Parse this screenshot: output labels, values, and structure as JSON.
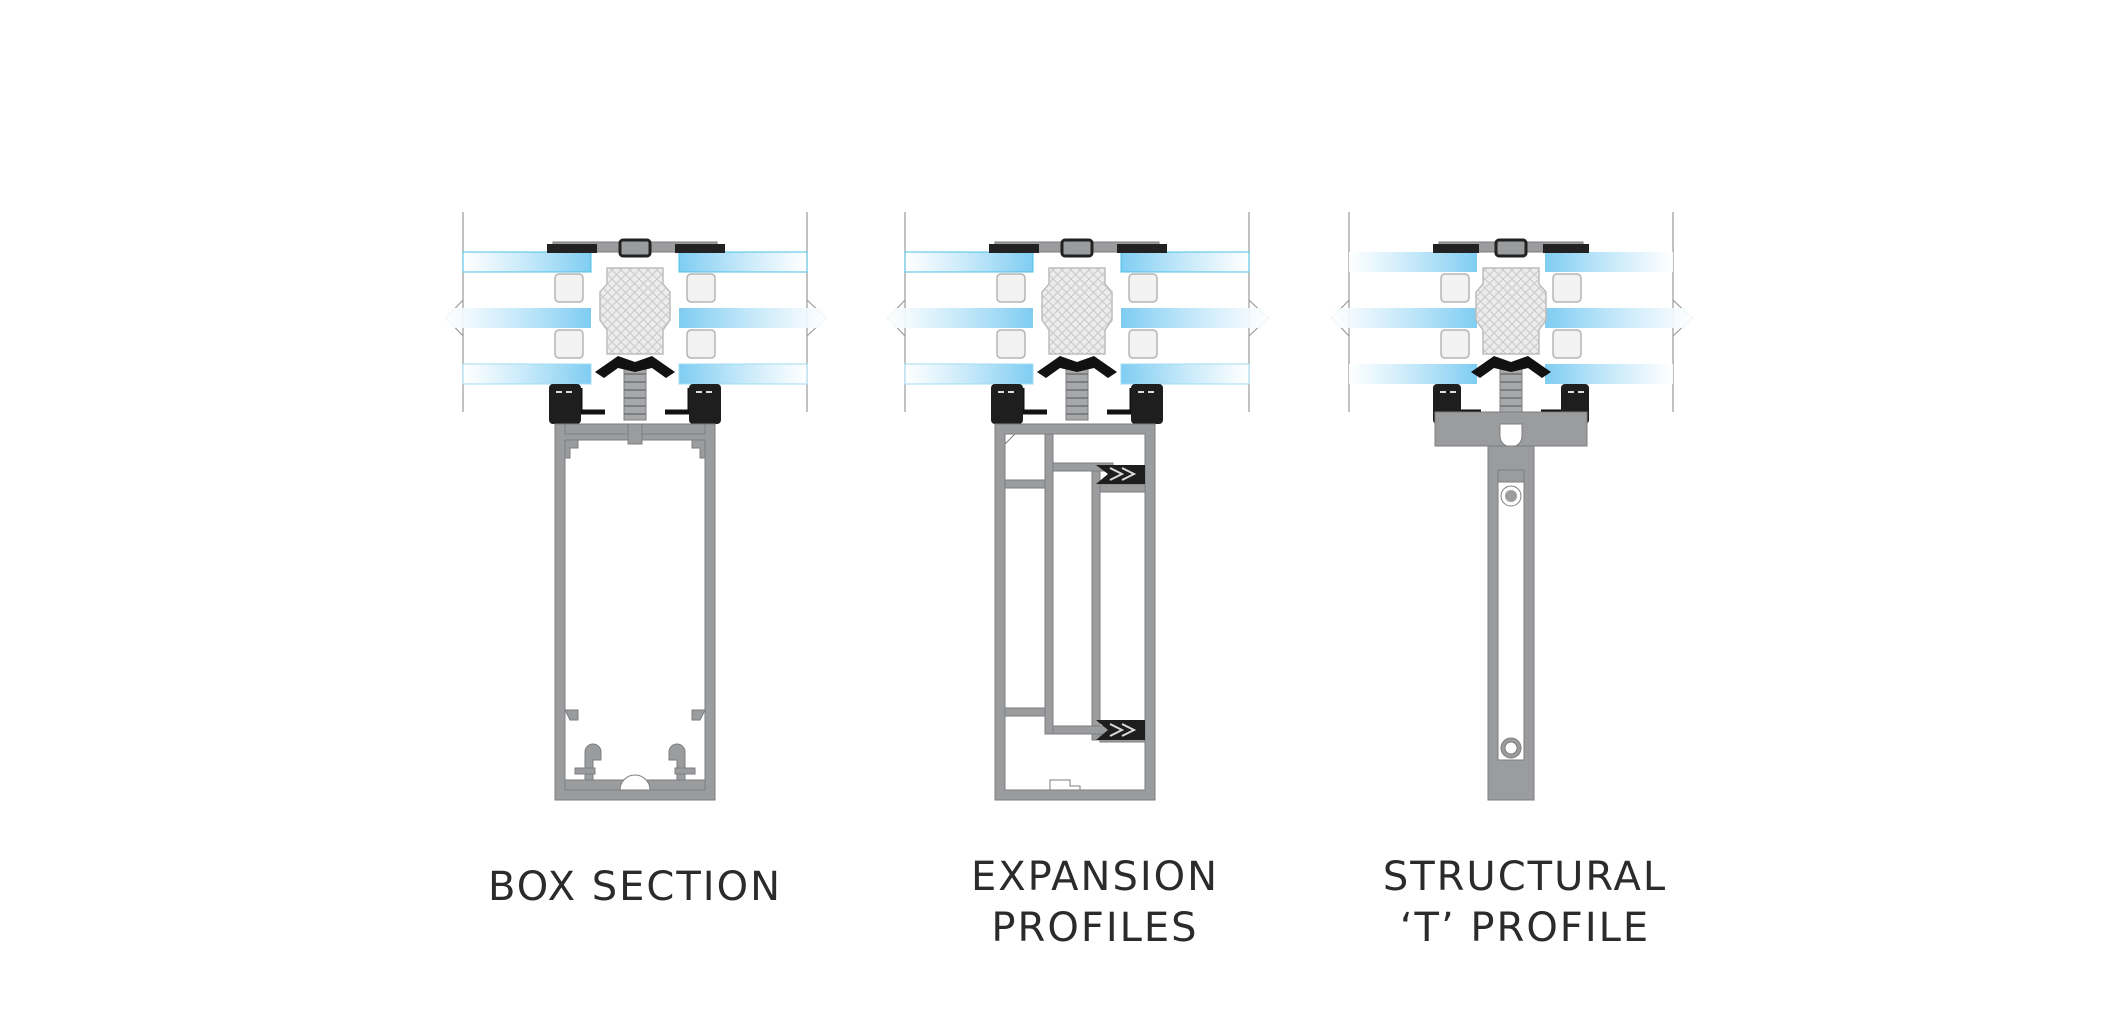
{
  "diagram": {
    "sections": [
      {
        "id": "box",
        "label_lines": [
          "BOX SECTION"
        ]
      },
      {
        "id": "expansion",
        "label_lines": [
          "EXPANSION",
          "PROFILES"
        ]
      },
      {
        "id": "t-profile",
        "label_lines": [
          "STRUCTURAL",
          "‘T’ PROFILE"
        ]
      }
    ]
  },
  "colors": {
    "glass": "#8fd3f4",
    "glass_edge": "#4cc0e6",
    "aluminium": "#9b9c9e",
    "aluminium_edge": "#7d7e80",
    "gasket": "#222222",
    "insulator": "#e6e6e6",
    "frame_line": "#9a9a9a"
  }
}
